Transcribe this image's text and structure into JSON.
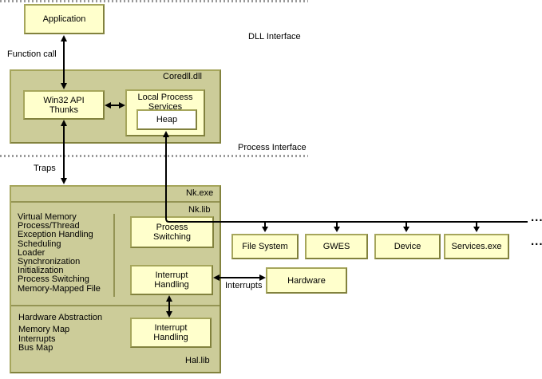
{
  "colors": {
    "container-fill": "#CCCC99",
    "box-fill": "#FFFFCC",
    "heap-fill": "#FFFFFF",
    "border-light": "#A6A65C",
    "border-dark": "#82823E",
    "dotted-line": "#999999",
    "arrow": "#000000",
    "text": "#000000"
  },
  "interfaces": {
    "dll": "DLL Interface",
    "process": "Process Interface"
  },
  "arrows": {
    "function_call": "Function call",
    "traps": "Traps",
    "interrupts": "Interrupts"
  },
  "application": {
    "label": "Application"
  },
  "coredll": {
    "title": "Coredll.dll",
    "win32_api_thunks": "Win32 API\nThunks",
    "local_process_services": "Local Process\nServices",
    "heap": "Heap"
  },
  "nk": {
    "title": "Nk.exe",
    "lib_title": "Nk.lib",
    "hal_title": "Hal.lib",
    "kernel_functions": [
      "Virtual Memory",
      "Process/Thread",
      "Exception Handling",
      "Scheduling",
      "Loader",
      "Synchronization",
      "Initialization",
      "Process Switching",
      "Memory-Mapped File"
    ],
    "process_switching": "Process\nSwitching",
    "interrupt_handling_kernel": "Interrupt\nHandling",
    "hardware_abstraction": "Hardware Abstraction",
    "hal_functions": [
      "Memory Map",
      "Interrupts",
      "Bus Map"
    ],
    "interrupt_handling_hal": "Interrupt\nHandling"
  },
  "processes": {
    "file_system": "File System",
    "gwes": "GWES",
    "device": "Device",
    "services": "Services.exe",
    "ellipsis_line": "...",
    "ellipsis_row": "..."
  },
  "hardware": {
    "label": "Hardware"
  }
}
